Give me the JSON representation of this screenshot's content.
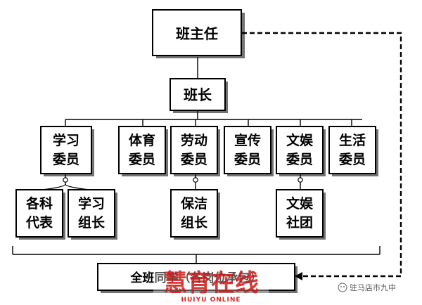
{
  "nodes": {
    "head_teacher": "班主任",
    "monitor": "班长",
    "study": [
      "学习",
      "委员"
    ],
    "sports": [
      "体育",
      "委员"
    ],
    "labor": [
      "劳动",
      "委员"
    ],
    "publicity": [
      "宣传",
      "委员"
    ],
    "entertainment": [
      "文娱",
      "委员"
    ],
    "life": [
      "生活",
      "委员"
    ],
    "subject_reps": [
      "各科",
      "代表"
    ],
    "study_groups": [
      "学习",
      "组长"
    ],
    "cleaning_leaders": [
      "保洁",
      "组长"
    ],
    "arts_club": [
      "文娱",
      "社团"
    ],
    "whole_class": "全班同学（各岗位承包）"
  },
  "watermark": {
    "main": "慧育在线",
    "sub": "HUIYU ONLINE"
  },
  "credit": "驻马店市九中",
  "colors": {
    "line": "#000000",
    "box": "#ffffff",
    "watermark": "#cf1f1f"
  }
}
